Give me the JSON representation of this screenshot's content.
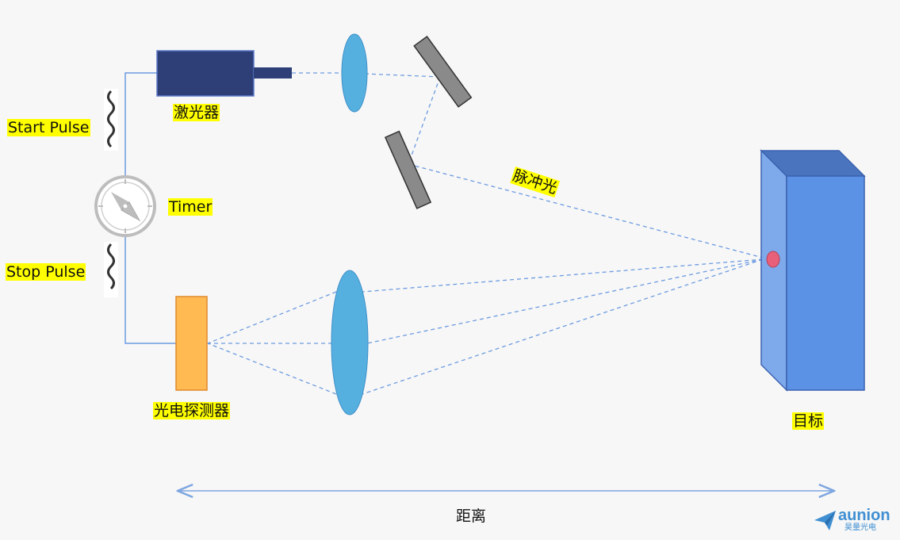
{
  "labels": {
    "start_pulse": "Start Pulse",
    "stop_pulse": "Stop Pulse",
    "timer": "Timer",
    "laser": "激光器",
    "detector": "光电探测器",
    "pulsed_light": "脉冲光",
    "target": "目标",
    "distance": "距离"
  },
  "logo": {
    "name": "aunion",
    "subtitle": "昊量光电"
  },
  "colors": {
    "laser_body": "#2e3f78",
    "lens": "#55b0e0",
    "mirror": "#8a8a8a",
    "detector": "#ffba52",
    "target_front": "#5c92e6",
    "beam": "#6d9be0",
    "label_highlight": "#ffff00",
    "logo": "#3f8fd2"
  }
}
